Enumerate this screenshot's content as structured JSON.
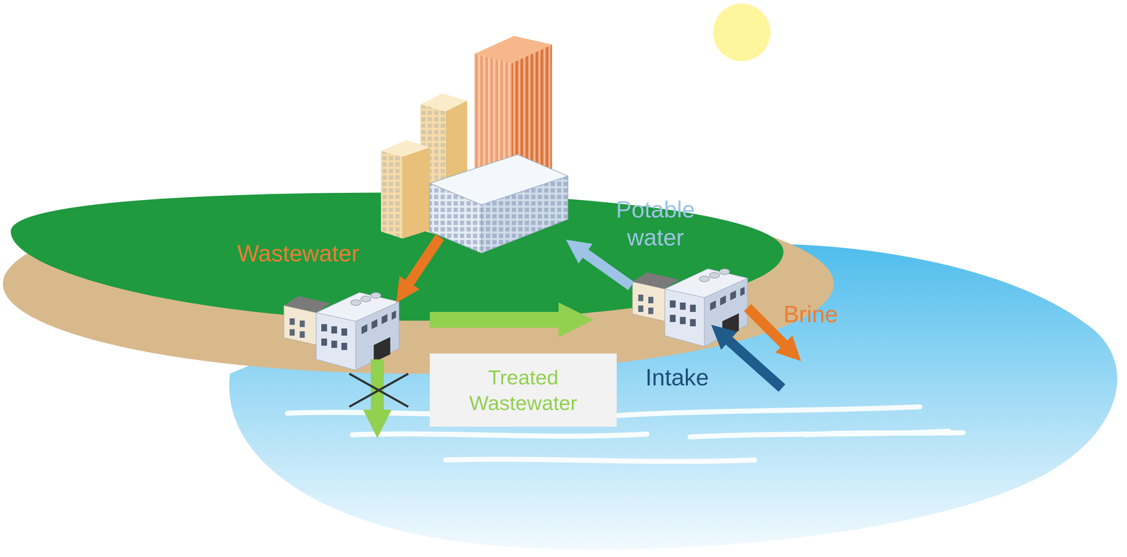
{
  "diagram": {
    "nodes": [
      {
        "text": [
          "Treated Wastewater"
        ]
      }
    ],
    "labels": [
      "Wastewater",
      "Potable water",
      "Brine",
      "Intake"
    ]
  }
}
